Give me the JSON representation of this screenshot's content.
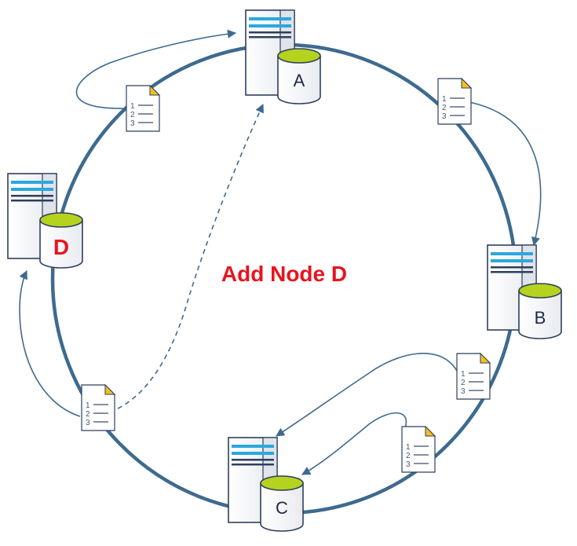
{
  "title": "Add Node D",
  "nodes": [
    {
      "id": "A",
      "label": "A",
      "is_new": false
    },
    {
      "id": "B",
      "label": "B",
      "is_new": false
    },
    {
      "id": "C",
      "label": "C",
      "is_new": false
    },
    {
      "id": "D",
      "label": "D",
      "is_new": true
    }
  ],
  "document_lines": [
    "1",
    "2",
    "3"
  ],
  "colors": {
    "ring": "#3e6a8f",
    "arrow": "#3e6a8f",
    "server_stripe": "#2aa8e0",
    "db_top": "#b5d21f",
    "new_label": "#e8141e",
    "doc_fold": "#f2c21b"
  },
  "icons": {
    "server": "server-icon",
    "database": "database-icon",
    "document": "document-icon"
  }
}
